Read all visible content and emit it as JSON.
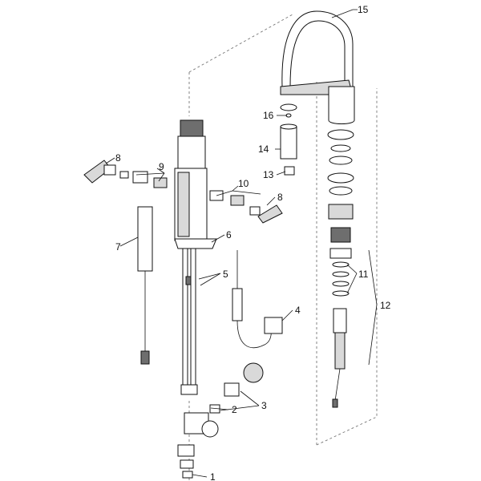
{
  "callouts": [
    "1",
    "2",
    "3",
    "4",
    "5",
    "6",
    "7",
    "8",
    "9",
    "10",
    "11",
    "12",
    "13",
    "14",
    "15",
    "16"
  ],
  "icons": [
    "faucet-spout",
    "cartridge-housing",
    "lever-handle",
    "power-adapter",
    "hose"
  ]
}
